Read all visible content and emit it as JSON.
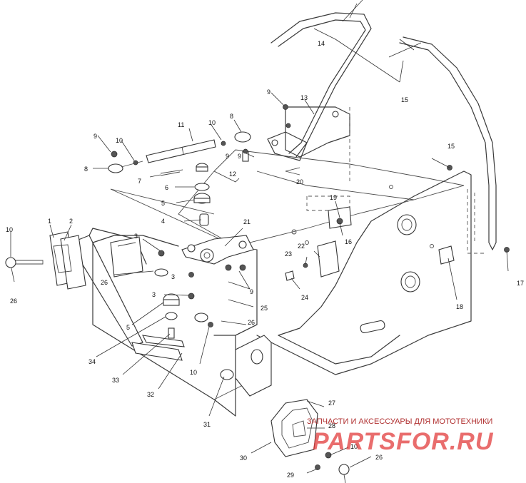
{
  "callouts": [
    "1",
    "2",
    "3",
    "3",
    "3",
    "4",
    "5",
    "5",
    "6",
    "7",
    "8",
    "8",
    "9",
    "9",
    "9",
    "9",
    "9",
    "10",
    "10",
    "10",
    "10",
    "10",
    "11",
    "12",
    "13",
    "14",
    "15",
    "15",
    "16",
    "17",
    "18",
    "19",
    "20",
    "21",
    "22",
    "23",
    "24",
    "25",
    "26",
    "26",
    "26",
    "26",
    "27",
    "28",
    "29",
    "30",
    "31",
    "32",
    "33",
    "34"
  ],
  "watermark": {
    "caption": "ЗАПЧАСТИ И АКСЕССУАРЫ ДЛЯ МОТОТЕХНИКИ",
    "logo": "PARTSFOR.RU",
    "color": "#e23c3c"
  }
}
